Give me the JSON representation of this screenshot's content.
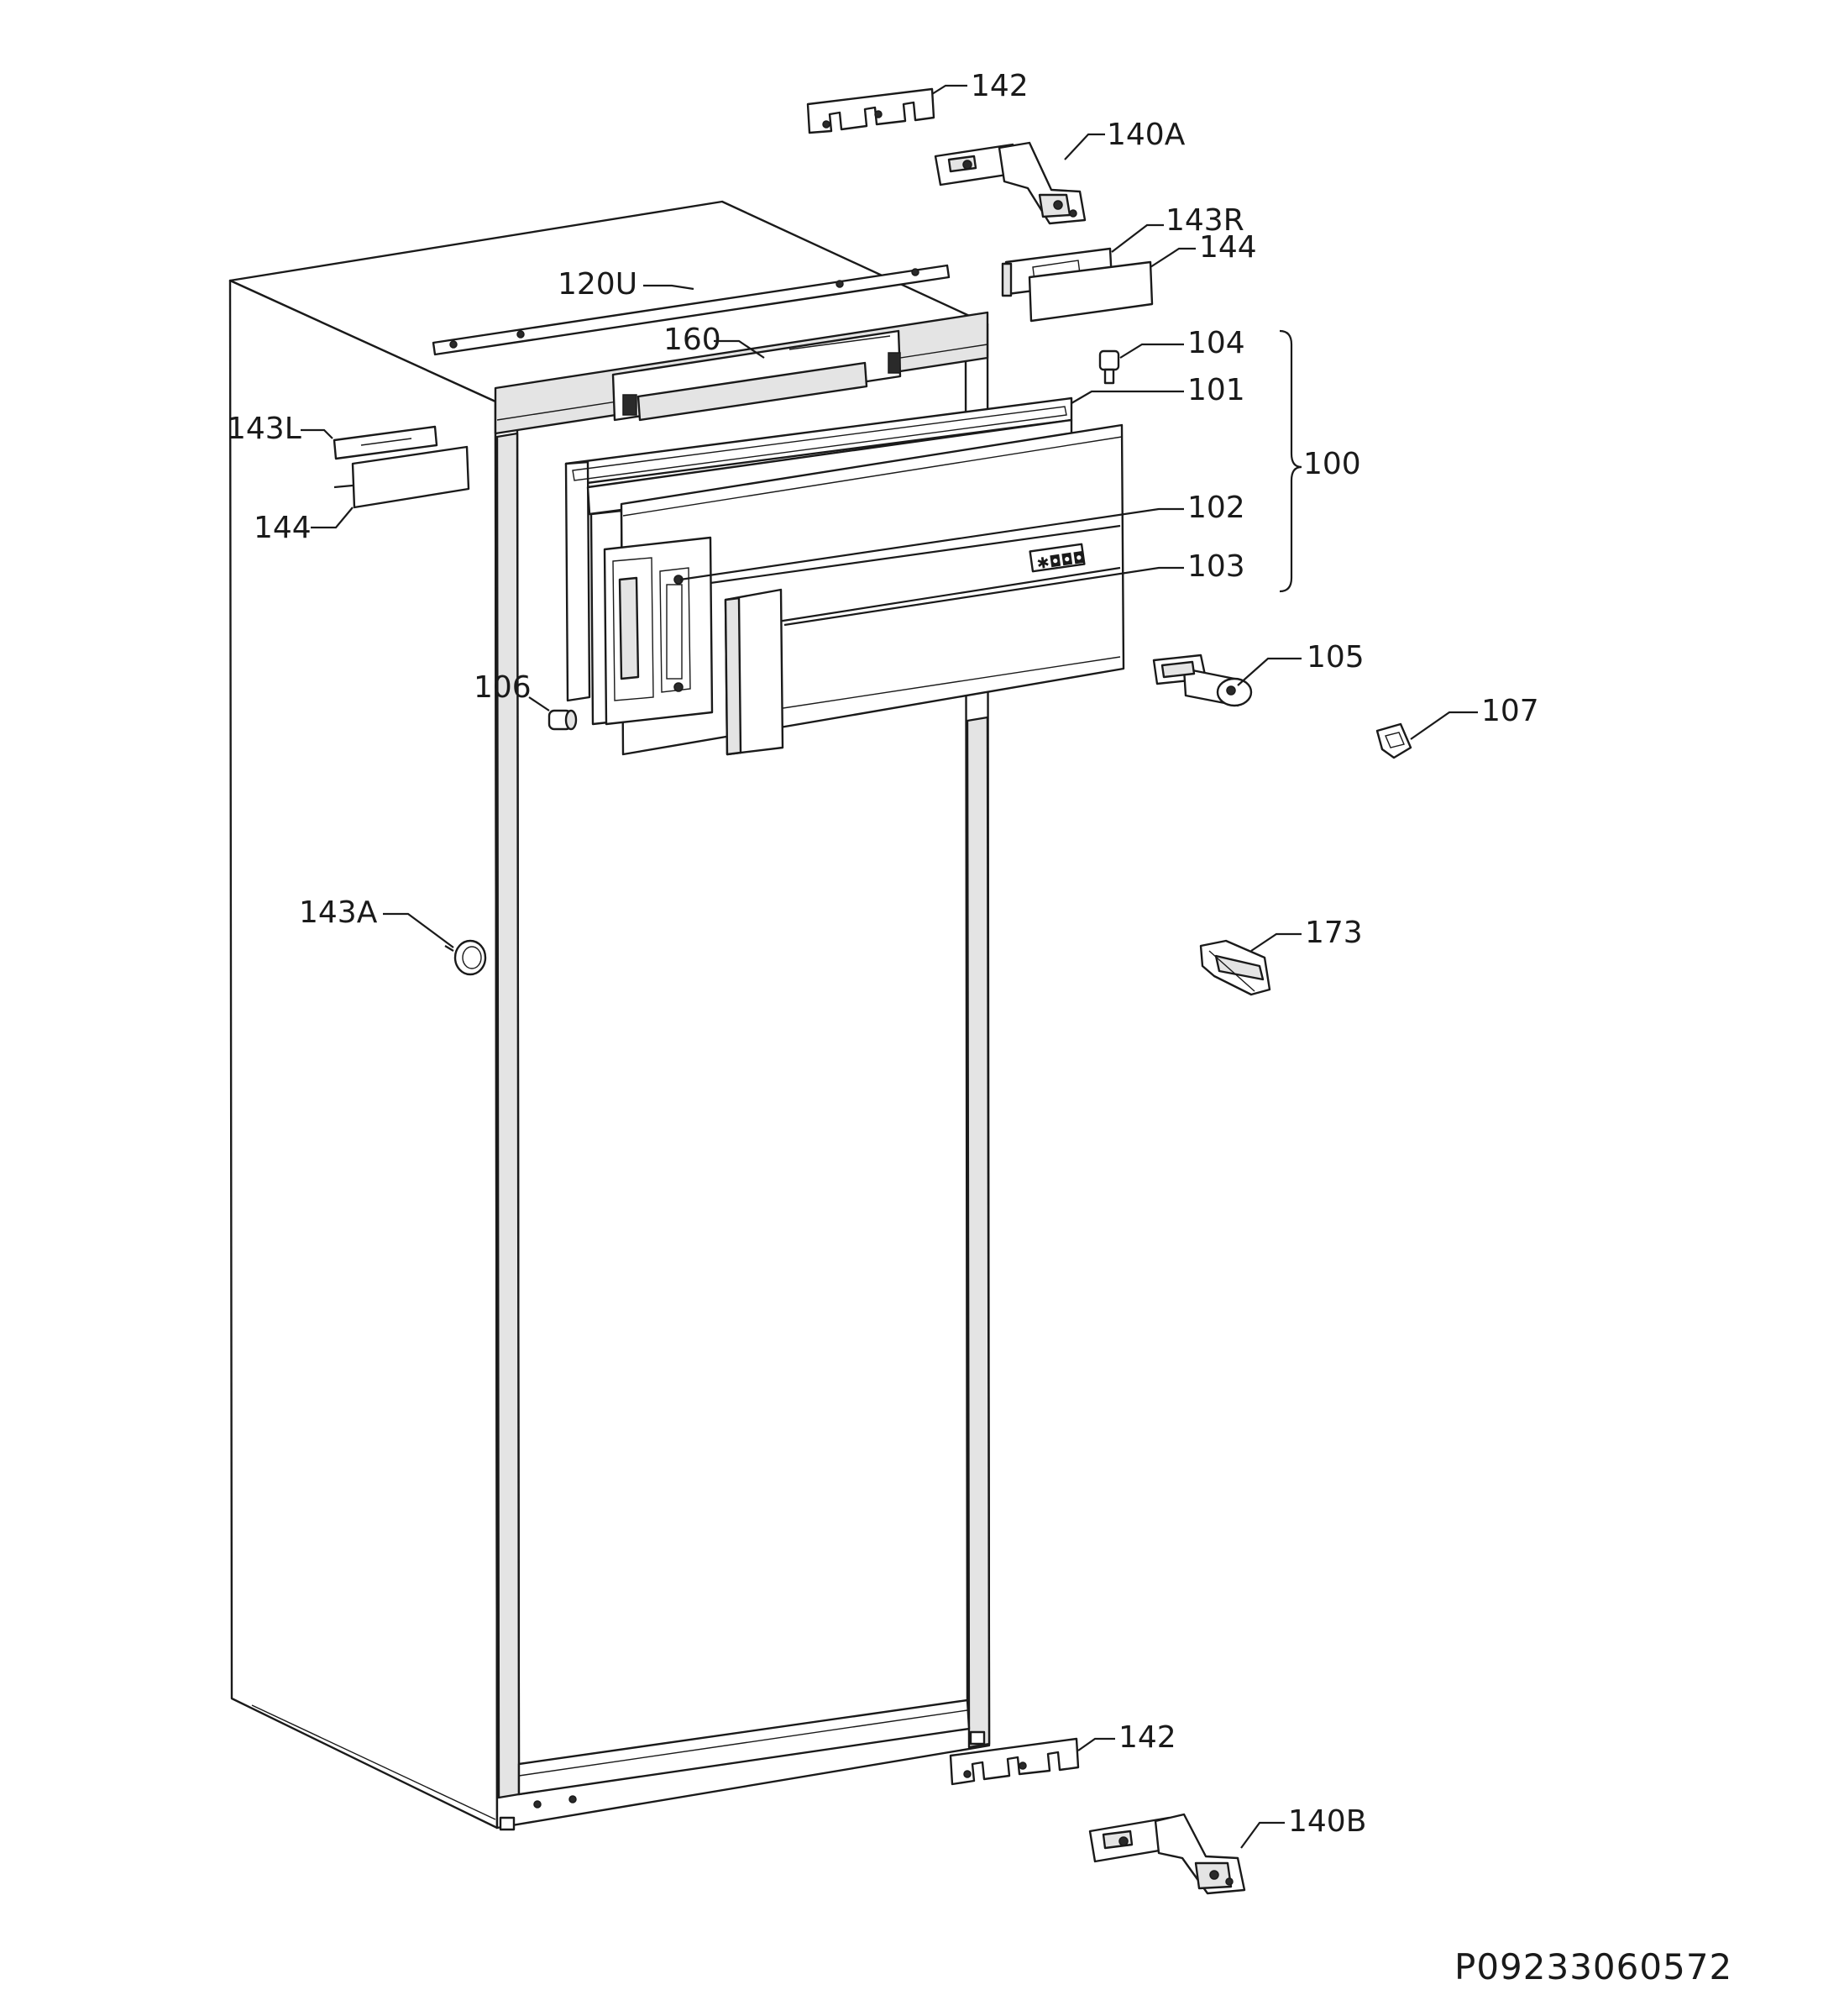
{
  "drawing_code": "P09233060572",
  "callouts": [
    {
      "id": "c142-top",
      "text": "142"
    },
    {
      "id": "c140A",
      "text": "140A"
    },
    {
      "id": "c143R",
      "text": "143R"
    },
    {
      "id": "c144-right",
      "text": "144"
    },
    {
      "id": "c120U",
      "text": "120U"
    },
    {
      "id": "c160",
      "text": "160"
    },
    {
      "id": "c104",
      "text": "104"
    },
    {
      "id": "c101",
      "text": "101"
    },
    {
      "id": "c100",
      "text": "100"
    },
    {
      "id": "c143L",
      "text": "143L"
    },
    {
      "id": "c144-left",
      "text": "144"
    },
    {
      "id": "c102",
      "text": "102"
    },
    {
      "id": "c103",
      "text": "103"
    },
    {
      "id": "c105",
      "text": "105"
    },
    {
      "id": "c106",
      "text": "106"
    },
    {
      "id": "c107",
      "text": "107"
    },
    {
      "id": "c143A",
      "text": "143A"
    },
    {
      "id": "c173",
      "text": "173"
    },
    {
      "id": "c142-bottom",
      "text": "142"
    },
    {
      "id": "c140B",
      "text": "140B"
    }
  ]
}
